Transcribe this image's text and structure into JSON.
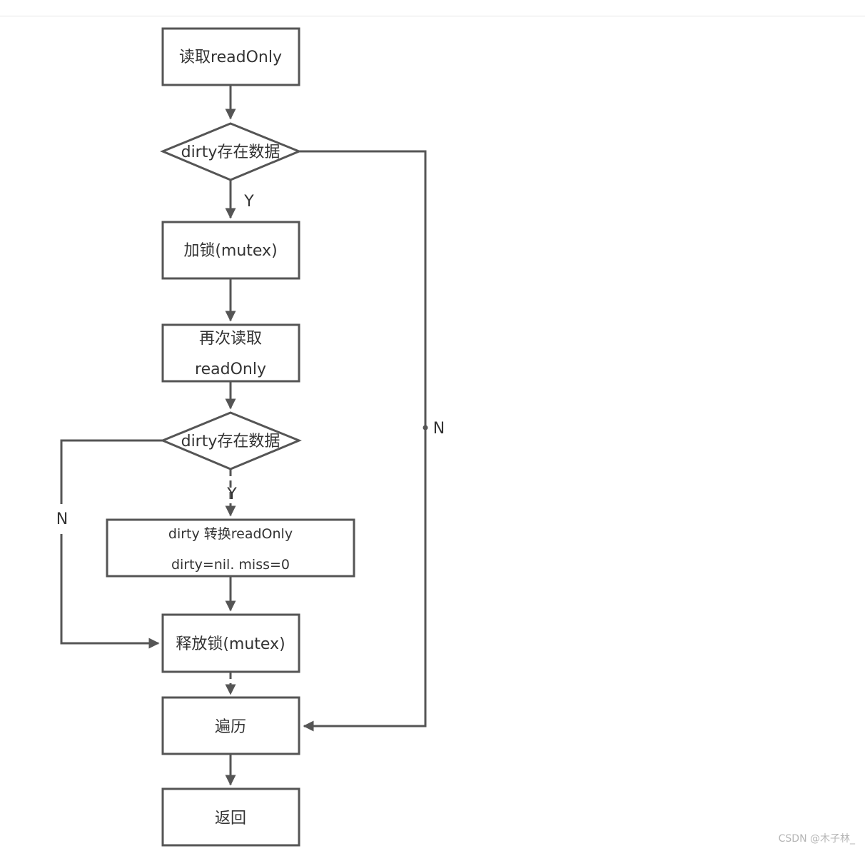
{
  "nodes": {
    "read_readonly": "读取readOnly",
    "dirty_check_1": "dirty存在数据",
    "lock": "加锁(mutex)",
    "reread_line1": "再次读取",
    "reread_line2": "readOnly",
    "dirty_check_2": "dirty存在数据",
    "convert_line1": "dirty 转换readOnly",
    "convert_line2": "dirty=nil. miss=0",
    "unlock": "释放锁(mutex)",
    "iterate": "遍历",
    "return": "返回"
  },
  "edge_labels": {
    "yes_1": "Y",
    "no_1": "N",
    "yes_2": "Y",
    "no_2": "N"
  },
  "colors": {
    "stroke": "#555555",
    "text": "#333333",
    "watermark": "#b5b5b5"
  },
  "watermark": "CSDN @木子林_"
}
